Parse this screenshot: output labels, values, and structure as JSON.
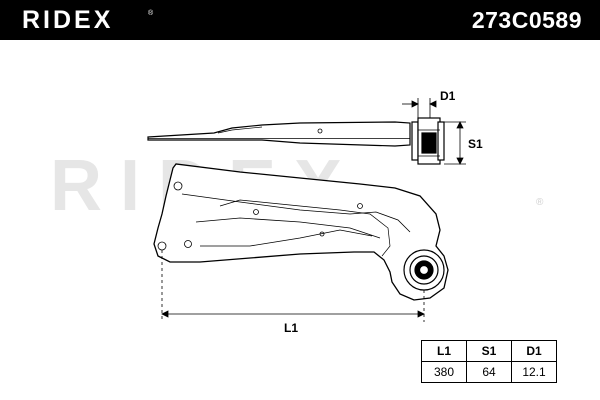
{
  "header": {
    "brand": "RIDEX",
    "brand_mark": "®",
    "part_number": "273C0589"
  },
  "watermark": {
    "text": "RIDEX",
    "mark": "®"
  },
  "dimensions": {
    "d1_label": "D1",
    "s1_label": "S1",
    "l1_label": "L1"
  },
  "spec_table": {
    "headers": [
      "L1",
      "S1",
      "D1"
    ],
    "values": [
      "380",
      "64",
      "12.1"
    ]
  },
  "colors": {
    "background": "#ffffff",
    "header_bar": "#000000",
    "header_text": "#ffffff",
    "line": "#000000",
    "watermark": "#e6e6e6"
  }
}
